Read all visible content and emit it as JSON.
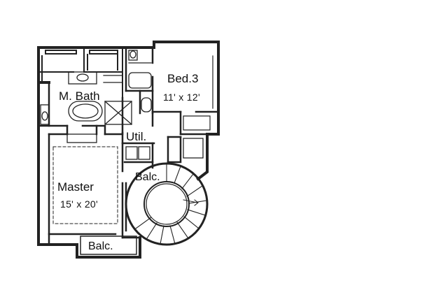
{
  "plan": {
    "rooms": {
      "bed3": {
        "name": "Bed.3",
        "size": "11' x 12'"
      },
      "mbath": {
        "name": "M. Bath"
      },
      "util": {
        "name": "Util."
      },
      "balc_stair": {
        "name": "Balc."
      },
      "master": {
        "name": "Master",
        "size": "15' x 20'"
      },
      "balc_bottom": {
        "name": "Balc."
      }
    }
  }
}
